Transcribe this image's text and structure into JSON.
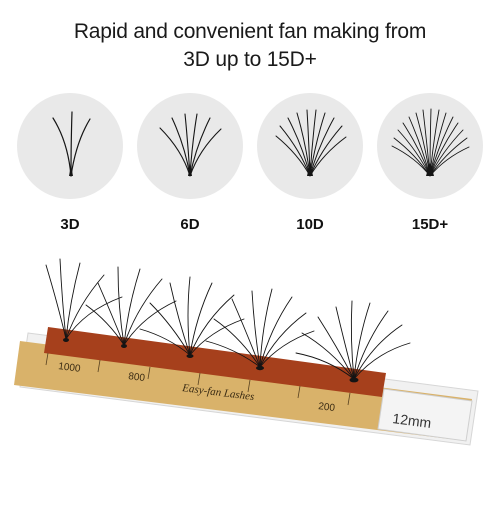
{
  "headline": {
    "line1": "Rapid and convenient fan making from",
    "line2": "3D up to 15D+"
  },
  "fans": [
    {
      "label": "3D",
      "icon": "fan-3d-icon"
    },
    {
      "label": "6D",
      "icon": "fan-6d-icon"
    },
    {
      "label": "10D",
      "icon": "fan-10d-icon"
    },
    {
      "label": "15D+",
      "icon": "fan-15d-icon"
    }
  ],
  "strip": {
    "brand": "Easy-fan Lashes",
    "length": "12mm",
    "marks": [
      "1000",
      "800",
      "200"
    ]
  },
  "colors": {
    "circle": "#e9e9e9",
    "lash": "#151515",
    "tape_gold": "#d9b26a",
    "tape_red": "#a6401c",
    "card": "#f1f1f1"
  }
}
